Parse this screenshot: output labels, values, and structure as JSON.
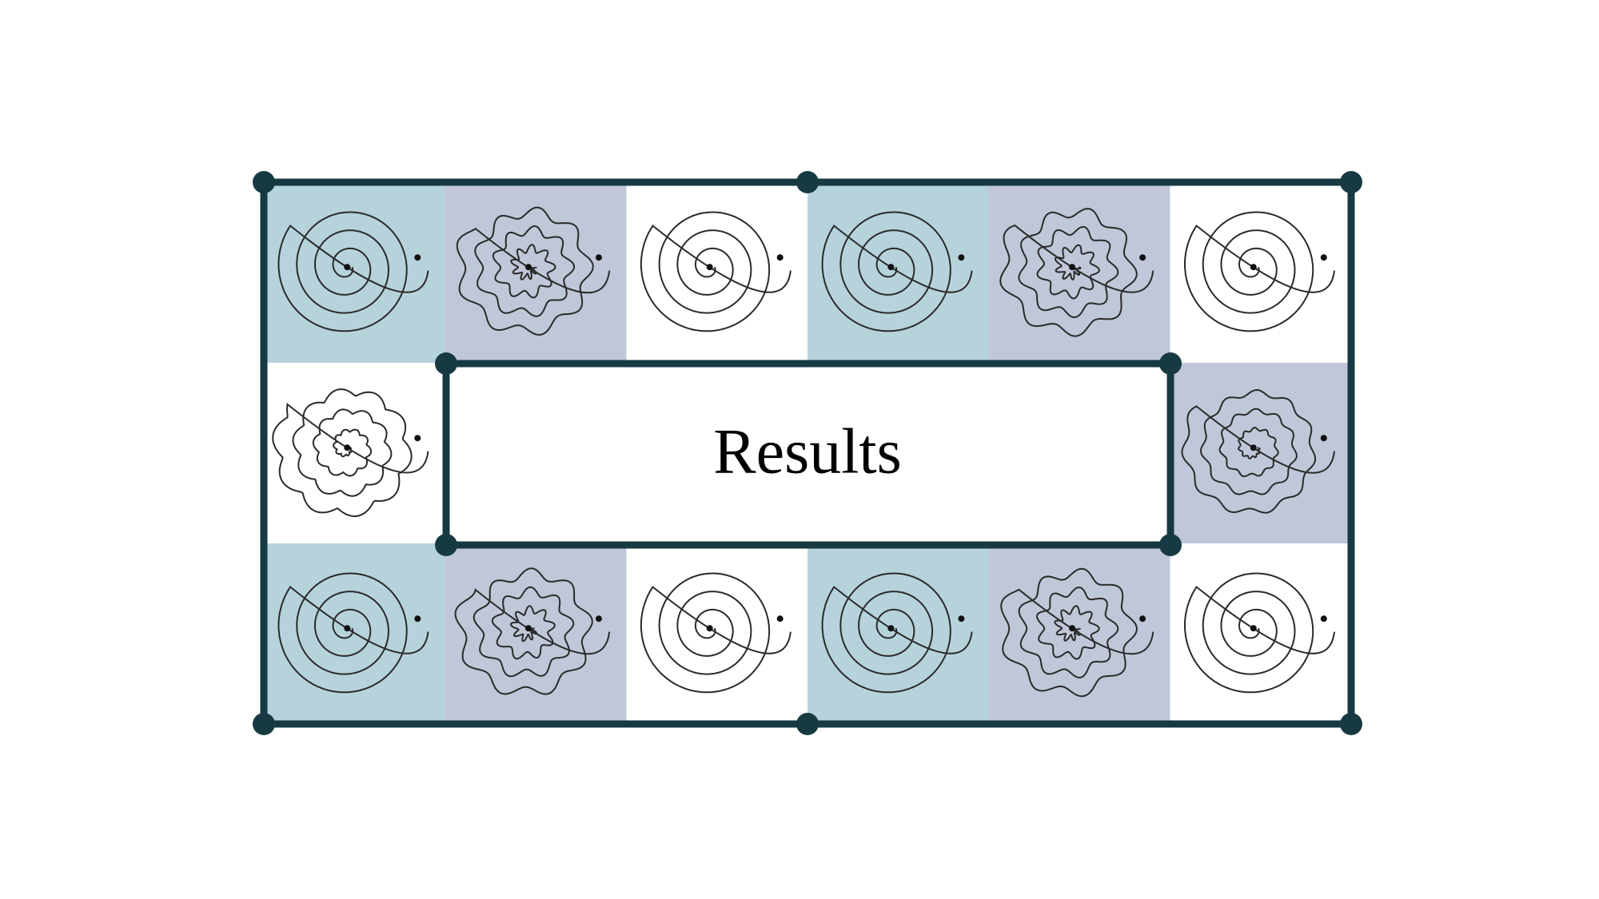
{
  "slide": {
    "title": "Results"
  },
  "colors": {
    "frame": "#173a42",
    "healthy": "#b6d3dc",
    "pathological": "#c0c7d8",
    "neutral": "#ffffff",
    "stroke": "#2a2a2a"
  },
  "tiles": [
    {
      "fill": "healthy",
      "style": "smooth"
    },
    {
      "fill": "pathological",
      "style": "tremor"
    },
    {
      "fill": "neutral",
      "style": "smooth"
    },
    {
      "fill": "healthy",
      "style": "smooth"
    },
    {
      "fill": "pathological",
      "style": "tremor"
    },
    {
      "fill": "neutral",
      "style": "smooth"
    },
    {
      "fill": "neutral",
      "style": "spiky"
    },
    {
      "fill": "pathological",
      "style": "wobbly"
    },
    {
      "fill": "healthy",
      "style": "smooth"
    },
    {
      "fill": "pathological",
      "style": "tremor"
    },
    {
      "fill": "neutral",
      "style": "smooth"
    },
    {
      "fill": "healthy",
      "style": "smooth"
    },
    {
      "fill": "pathological",
      "style": "tremor"
    },
    {
      "fill": "neutral",
      "style": "smooth"
    }
  ]
}
